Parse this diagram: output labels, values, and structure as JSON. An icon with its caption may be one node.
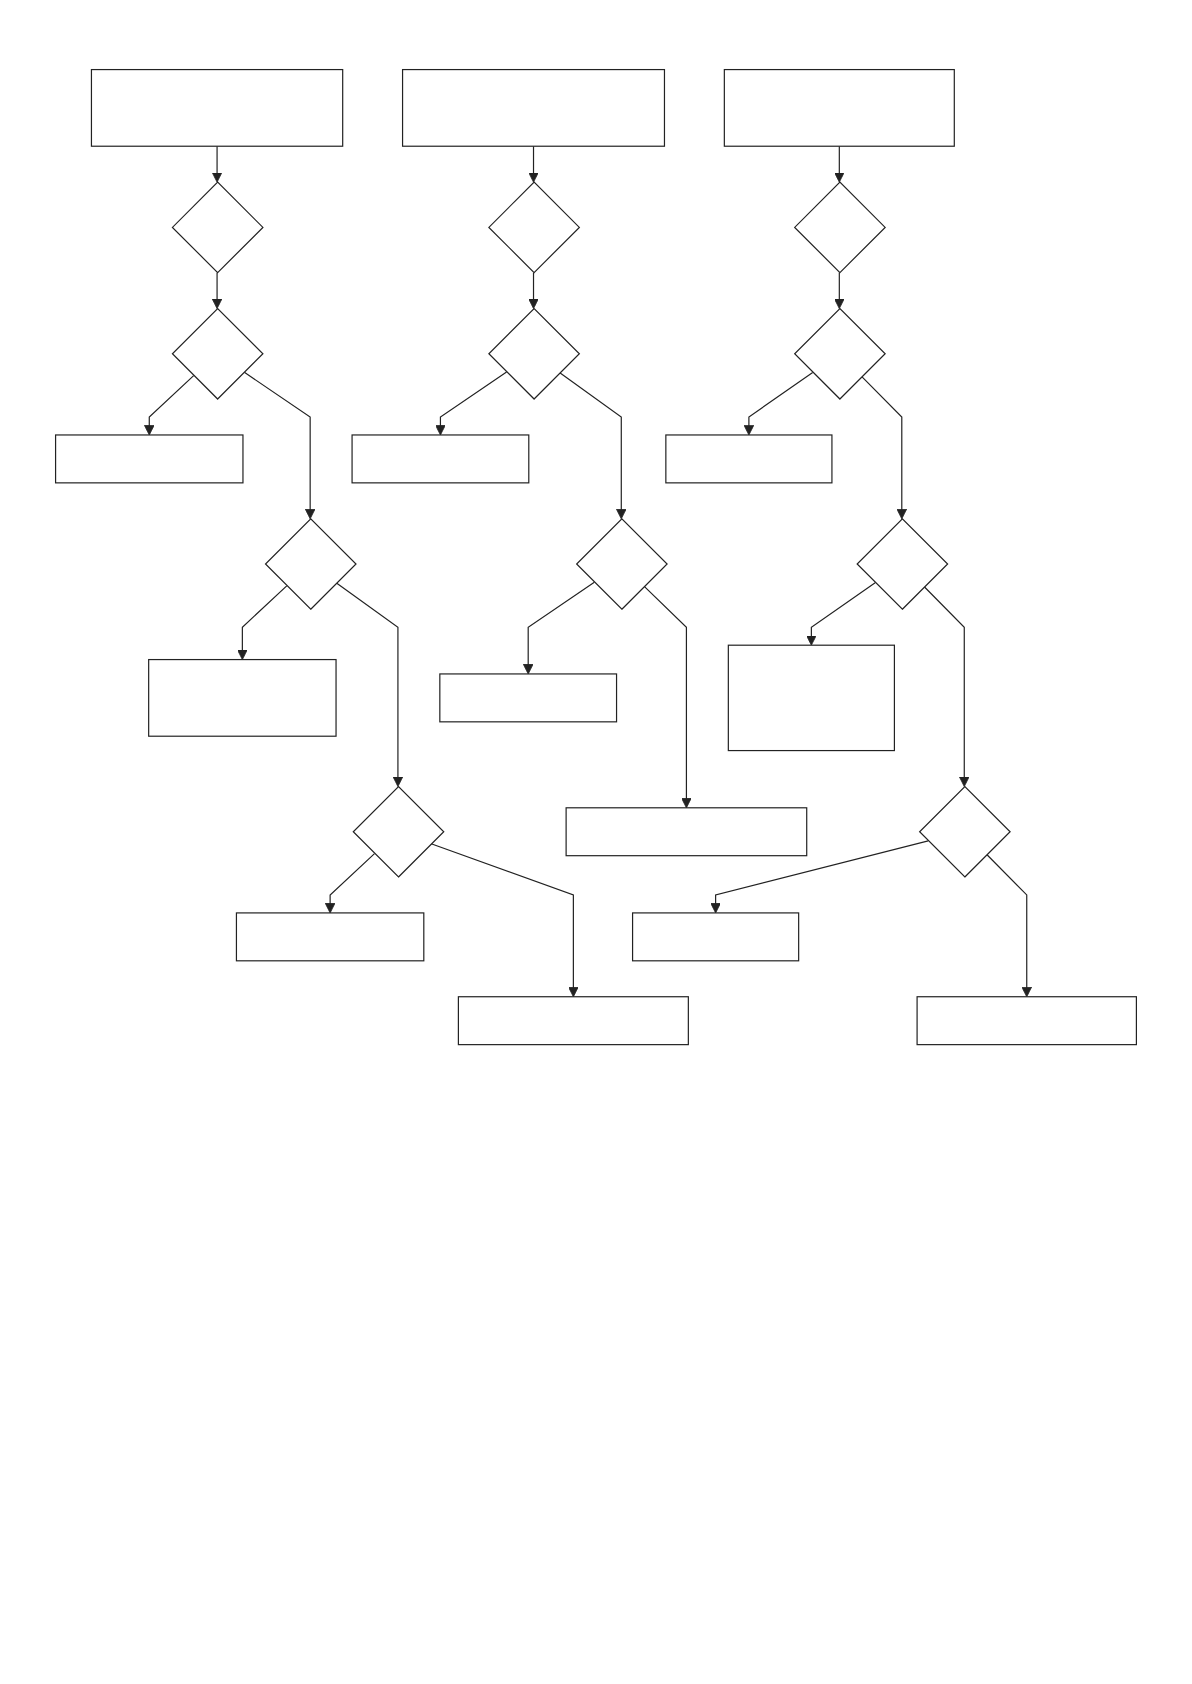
{
  "diagram": {
    "nodes": [
      {
        "text": [],
        "shape": "box"
      },
      {
        "text": [],
        "shape": "diamond"
      },
      {
        "text": [],
        "shape": "diamond"
      },
      {
        "text": [],
        "shape": "box"
      },
      {
        "text": [],
        "shape": "diamond"
      },
      {
        "text": [],
        "shape": "box"
      },
      {
        "text": [],
        "shape": "diamond"
      },
      {
        "text": [],
        "shape": "box"
      },
      {
        "text": [],
        "shape": "box"
      },
      {
        "text": [],
        "shape": "box"
      },
      {
        "text": [],
        "shape": "diamond"
      },
      {
        "text": [],
        "shape": "diamond"
      },
      {
        "text": [],
        "shape": "box"
      },
      {
        "text": [],
        "shape": "diamond"
      },
      {
        "text": [],
        "shape": "box"
      },
      {
        "text": [],
        "shape": "box"
      },
      {
        "text": [],
        "shape": "box"
      },
      {
        "text": [],
        "shape": "diamond"
      },
      {
        "text": [],
        "shape": "diamond"
      },
      {
        "text": [],
        "shape": "box"
      },
      {
        "text": [],
        "shape": "diamond"
      },
      {
        "text": [],
        "shape": "box"
      },
      {
        "text": [],
        "shape": "diamond"
      },
      {
        "text": [],
        "shape": "box"
      },
      {
        "text": [],
        "shape": "box"
      }
    ],
    "edges": [
      {
        "from": 0,
        "to": 1,
        "arrow": "to"
      },
      {
        "from": 1,
        "to": 2,
        "arrow": "to"
      },
      {
        "from": 2,
        "to": 3,
        "arrow": "to"
      },
      {
        "from": 2,
        "to": 4,
        "arrow": "to"
      },
      {
        "from": 4,
        "to": 5,
        "arrow": "to"
      },
      {
        "from": 4,
        "to": 6,
        "arrow": "to"
      },
      {
        "from": 6,
        "to": 7,
        "arrow": "to"
      },
      {
        "from": 6,
        "to": 8,
        "arrow": "to"
      },
      {
        "from": 9,
        "to": 10,
        "arrow": "to"
      },
      {
        "from": 10,
        "to": 11,
        "arrow": "to"
      },
      {
        "from": 11,
        "to": 12,
        "arrow": "to"
      },
      {
        "from": 11,
        "to": 13,
        "arrow": "to"
      },
      {
        "from": 13,
        "to": 14,
        "arrow": "to"
      },
      {
        "from": 13,
        "to": 15,
        "arrow": "to"
      },
      {
        "from": 16,
        "to": 17,
        "arrow": "to"
      },
      {
        "from": 17,
        "to": 18,
        "arrow": "to"
      },
      {
        "from": 18,
        "to": 19,
        "arrow": "to"
      },
      {
        "from": 18,
        "to": 20,
        "arrow": "to"
      },
      {
        "from": 20,
        "to": 21,
        "arrow": "to"
      },
      {
        "from": 20,
        "to": 22,
        "arrow": "to"
      },
      {
        "from": 22,
        "to": 23,
        "arrow": "to"
      },
      {
        "from": 22,
        "to": 24,
        "arrow": "to"
      }
    ]
  }
}
